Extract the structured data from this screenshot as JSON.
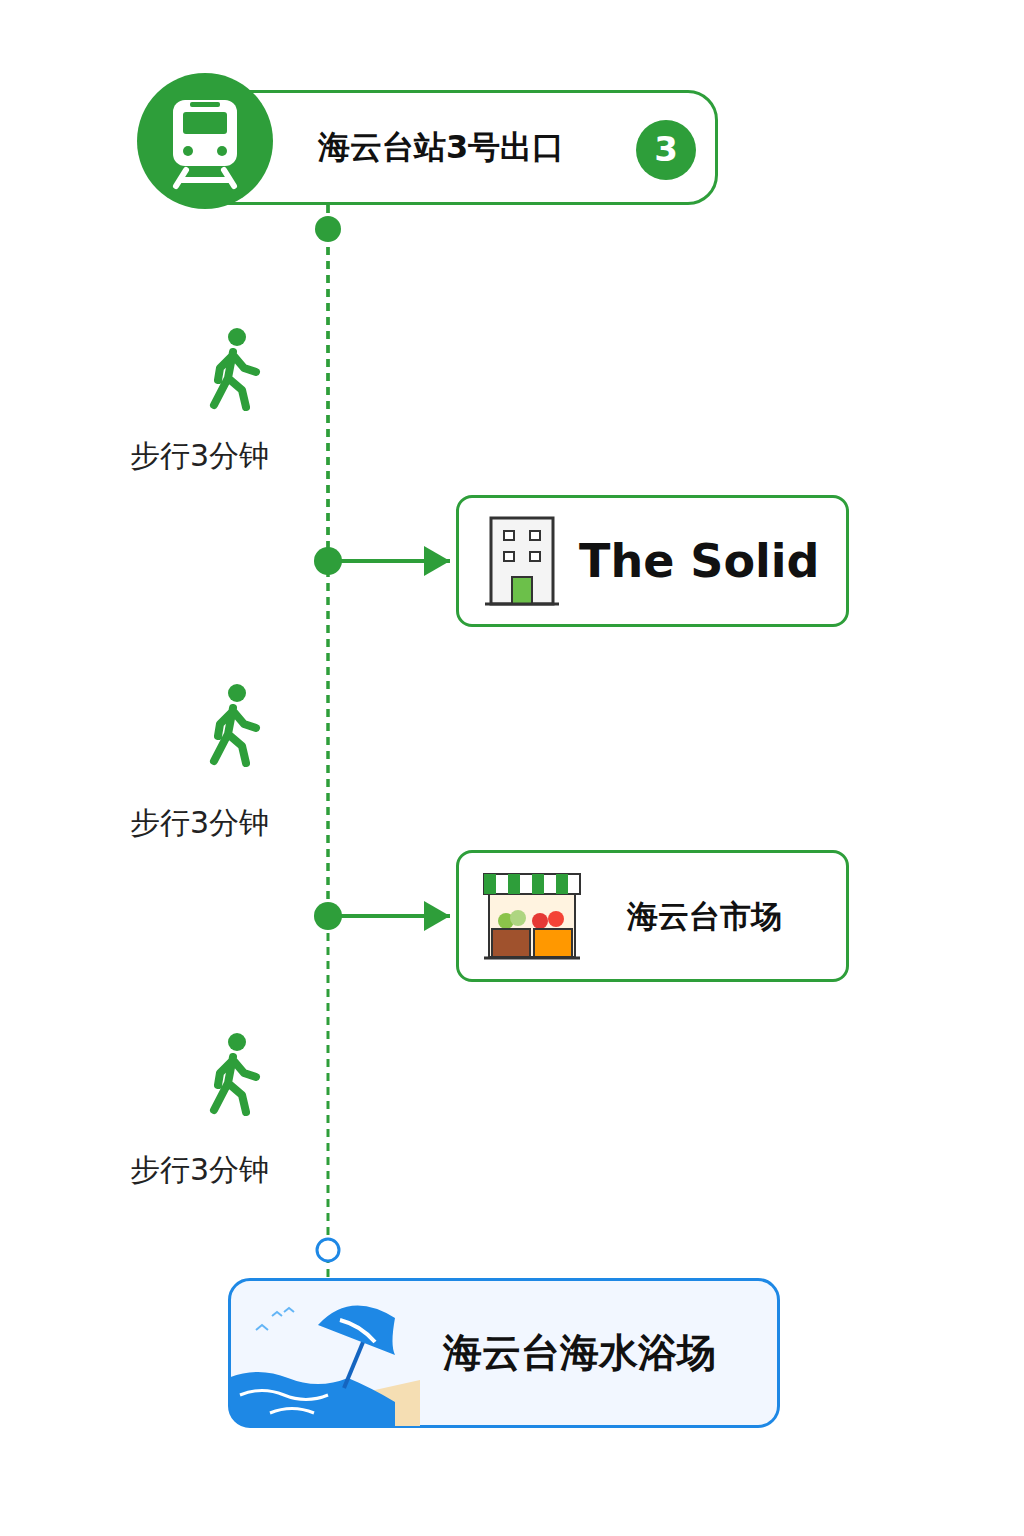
{
  "diagram": {
    "nodes": [
      {
        "text": [
          "海云台站3号出口"
        ]
      },
      {
        "text": [
          "3"
        ],
        "in": 0
      },
      {
        "text": [
          "The Solid"
        ]
      },
      {
        "text": [
          "海云台市场"
        ]
      },
      {
        "text": [
          "海云台海水浴场"
        ]
      }
    ],
    "edges": [
      {
        "from": 0,
        "to": 2,
        "arrow": "to"
      },
      {
        "from": 0,
        "to": 3,
        "arrow": "to"
      },
      {
        "from": 0,
        "to": 4,
        "arrow": "none"
      }
    ],
    "labels": [
      "步行3分钟",
      "步行3分钟",
      "步行3分钟"
    ]
  }
}
